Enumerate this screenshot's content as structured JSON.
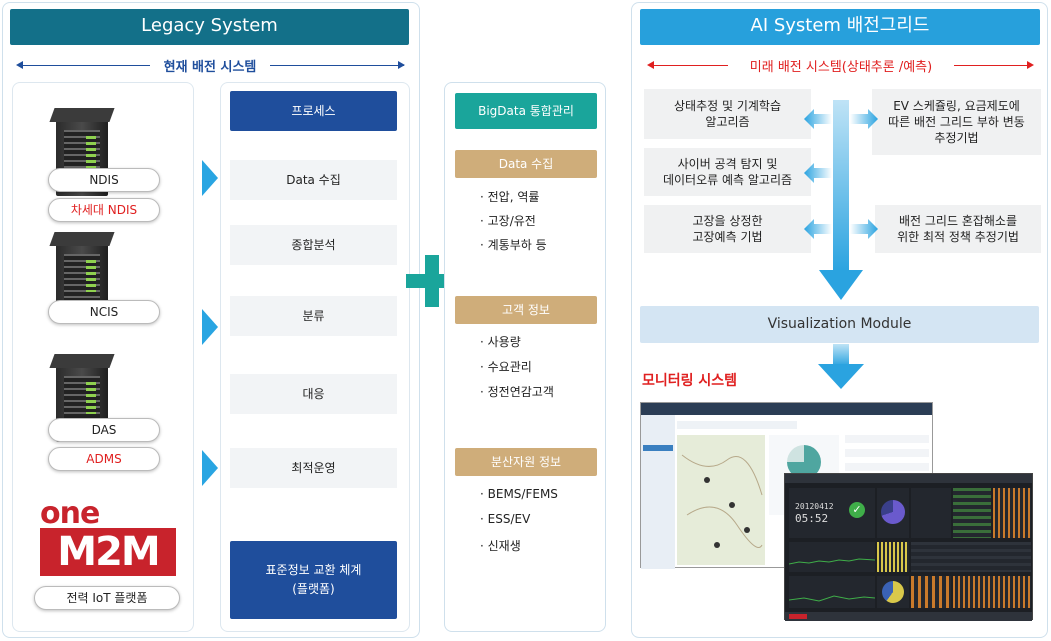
{
  "legacy": {
    "title": "Legacy System",
    "subtitle": "현재 배전 시스템",
    "servers": [
      {
        "labels": [
          "NDIS",
          "차세대 NDIS"
        ]
      },
      {
        "labels": [
          "NCIS"
        ]
      },
      {
        "labels": [
          "DAS",
          "ADMS"
        ]
      }
    ],
    "onem2m_logo": "oneM2M",
    "platform_label": "전력 IoT 플랫폼",
    "process_head": "프로세스",
    "process_items": [
      "Data 수집",
      "종합분석",
      "분류",
      "대응",
      "최적운영"
    ],
    "std_head_line1": "표준정보 교환 체계",
    "std_head_line2": "(플랫폼)"
  },
  "bigdata": {
    "title": "BigData 통합관리",
    "sections": [
      {
        "head": "Data 수집",
        "items": [
          "· 전압, 역률",
          "· 고장/유전",
          "· 계통부하 등"
        ]
      },
      {
        "head": "고객 정보",
        "items": [
          "· 사용량",
          "· 수요관리",
          "· 정전연감고객"
        ]
      },
      {
        "head": "분산자원 정보",
        "items": [
          "· BEMS/FEMS",
          "· ESS/EV",
          "· 신재생"
        ]
      }
    ]
  },
  "ai": {
    "title": "AI System 배전그리드",
    "subtitle": "미래 배전 시스템(상태추론 /예측)",
    "boxes": [
      {
        "line1": "상태추정 및 기계학습",
        "line2": "알고리즘"
      },
      {
        "line1": "사이버 공격 탐지 및",
        "line2": "데이터오류 예측 알고리즘"
      },
      {
        "line1": "고장을 상정한",
        "line2": "고장예측 기법"
      },
      {
        "line1": "EV 스케쥴링, 요금제도에",
        "line2": "따른 배전 그리드 부하 변동",
        "line3": "추정기법"
      },
      {
        "line1": "배전 그리드 혼잡해소를",
        "line2": "위한 최적 정책 추정기법"
      }
    ],
    "viz_module": "Visualization Module",
    "monitoring_title": "모니터링 시스템",
    "dashboard_date": "20120412",
    "dashboard_time": "05:52"
  },
  "colors": {
    "legacy_title": "#137089",
    "ai_title": "#27a0dc",
    "process_head": "#1f4e9c",
    "bigdata_head": "#1aa59b",
    "bigdata_section": "#cfad7a",
    "plus": "#1aa59b",
    "arrow_blue": "#29a5e2",
    "red": "#e02020"
  }
}
